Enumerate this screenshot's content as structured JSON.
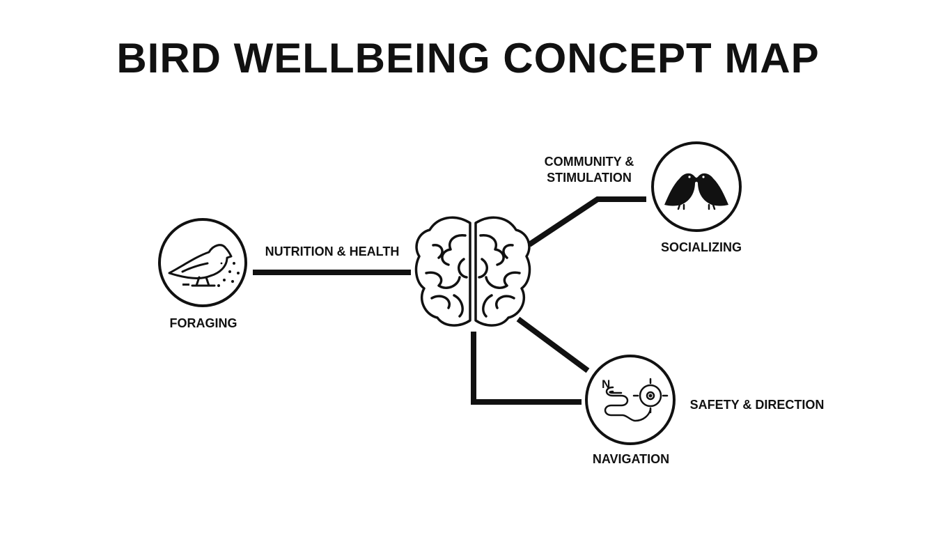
{
  "title": "BIRD WELLBEING CONCEPT MAP",
  "center": {
    "icon": "brain-icon"
  },
  "nodes": {
    "foraging": {
      "label": "FORAGING",
      "icon": "bird-pecking-seeds-icon"
    },
    "socializing": {
      "label": "SOCIALIZING",
      "icon": "two-birds-icon"
    },
    "navigation": {
      "label": "NAVIGATION",
      "icon": "compass-path-icon",
      "icon_letter": "N"
    }
  },
  "links": {
    "foraging": "NUTRITION & HEALTH",
    "socializing_line1": "COMMUNITY &",
    "socializing_line2": "STIMULATION",
    "navigation": "SAFETY & DIRECTION"
  },
  "colors": {
    "ink": "#111111",
    "background": "#ffffff"
  }
}
